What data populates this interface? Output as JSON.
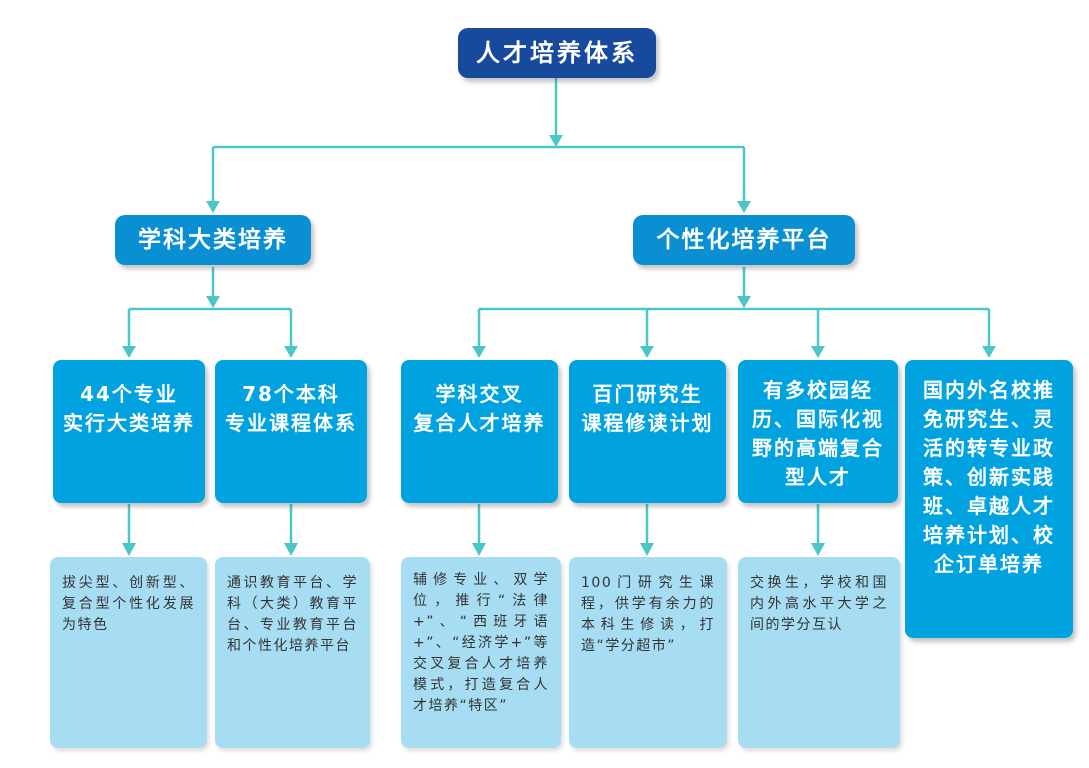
{
  "palette": {
    "root_bg": "#17499d",
    "branch_bg": "#0a8fd2",
    "leaf_bg": "#00a3e0",
    "detail_bg": "#a7ddf3",
    "connector": "#4cc7c7",
    "node_text": "#ffffff",
    "detail_text": "#333333"
  },
  "tree": {
    "root": {
      "label": "人才培养体系"
    },
    "branches": [
      {
        "label": "学科大类培养"
      },
      {
        "label": "个性化培养平台"
      }
    ],
    "leaves": [
      {
        "title": "44个专业\n实行大类培养",
        "detail": "拔尖型、创新型、复合型个性化发展为特色"
      },
      {
        "title": "78个本科\n专业课程体系",
        "detail": "通识教育平台、学科（大类）教育平台、专业教育平台和个性化培养平台"
      },
      {
        "title": "学科交叉\n复合人才培养",
        "detail": "辅修专业、双学位，推行“法律+”、“西班牙语+”、“经济学+”等交叉复合人才培养模式，打造复合人才培养“特区”"
      },
      {
        "title": "百门研究生\n课程修读计划",
        "detail": "100门研究生课程，供学有余力的本科生修读，打造“学分超市”"
      },
      {
        "title": "有多校园经历、国际化视野的高端复合型人才",
        "detail": "交换生，学校和国内外高水平大学之间的学分互认"
      },
      {
        "title": "国内外名校推免研究生、灵活的转专业政策、创新实践班、卓越人才培养计划、校企订单培养"
      }
    ]
  }
}
